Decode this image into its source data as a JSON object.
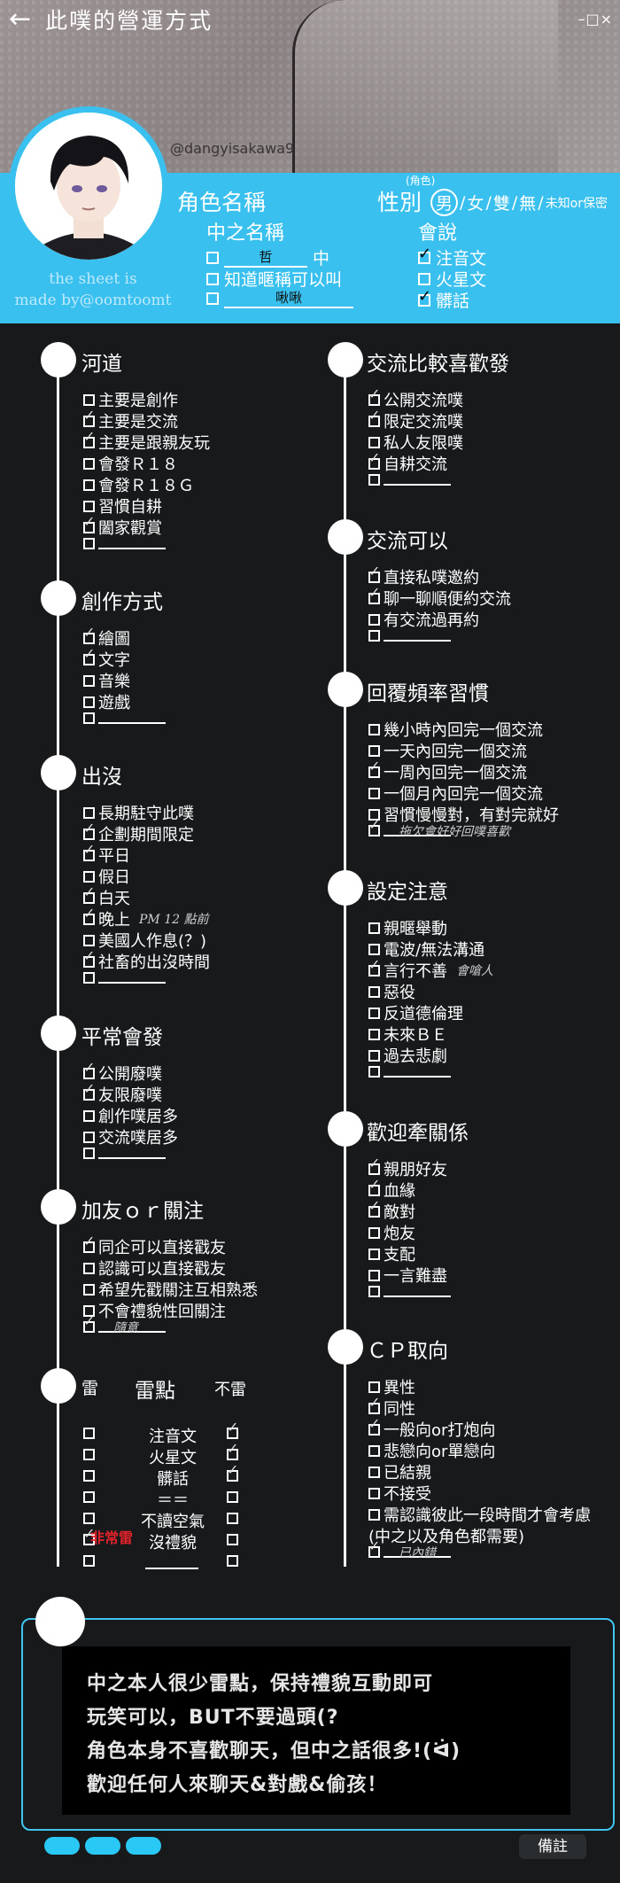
{
  "header": {
    "title": "此噗的營運方式",
    "back_icon": "←",
    "window_controls": "–□×",
    "watermark_handle": "@dangyisakawa9"
  },
  "profile": {
    "char_name_label": "角色名稱",
    "gender_label": "性別",
    "gender_hint": "(角色)",
    "gender_options": [
      "男",
      "女",
      "雙",
      "無"
    ],
    "gender_unknown": "未知or保密",
    "gender_selected": "男",
    "pl_name_label": "中之名稱",
    "pl_name_value": "哲",
    "pl_name_suffix": "中",
    "nickname_label": "知道暱稱可以叫",
    "nickname_value": "啾啾",
    "lang_label": "會說",
    "languages": [
      {
        "label": "注音文",
        "checked": true
      },
      {
        "label": "火星文",
        "checked": false
      },
      {
        "label": "髒話",
        "checked": true
      }
    ],
    "made_by_line1": "the sheet is",
    "made_by_line2": "made by@oomtoomt"
  },
  "sections_left": [
    {
      "title": "河道",
      "items": [
        {
          "label": "主要是創作",
          "checked": false
        },
        {
          "label": "主要是交流",
          "checked": true
        },
        {
          "label": "主要是跟親友玩",
          "checked": true
        },
        {
          "label": "會發Ｒ１８",
          "checked": false
        },
        {
          "label": "會發Ｒ１８Ｇ",
          "checked": false
        },
        {
          "label": "習慣自耕",
          "checked": false
        },
        {
          "label": "闔家觀賞",
          "checked": true
        },
        {
          "label": "",
          "checked": false,
          "blank": true
        }
      ]
    },
    {
      "title": "創作方式",
      "items": [
        {
          "label": "繪圖",
          "checked": true
        },
        {
          "label": "文字",
          "checked": true
        },
        {
          "label": "音樂",
          "checked": false
        },
        {
          "label": "遊戲",
          "checked": false
        },
        {
          "label": "",
          "checked": false,
          "blank": true
        }
      ]
    },
    {
      "title": "出沒",
      "items": [
        {
          "label": "長期駐守此噗",
          "checked": false
        },
        {
          "label": "企劃期間限定",
          "checked": true
        },
        {
          "label": "平日",
          "checked": true
        },
        {
          "label": "假日",
          "checked": false
        },
        {
          "label": "白天",
          "checked": true
        },
        {
          "label": "晚上",
          "checked": true,
          "note": "PM 12 點前"
        },
        {
          "label": "美國人作息(？)",
          "checked": false
        },
        {
          "label": "社畜的出沒時間",
          "checked": true
        },
        {
          "label": "",
          "checked": false,
          "blank": true
        }
      ]
    },
    {
      "title": "平常會發",
      "items": [
        {
          "label": "公開廢噗",
          "checked": true
        },
        {
          "label": "友限廢噗",
          "checked": true
        },
        {
          "label": "創作噗居多",
          "checked": false
        },
        {
          "label": "交流噗居多",
          "checked": false
        },
        {
          "label": "",
          "checked": false,
          "blank": true
        }
      ]
    },
    {
      "title": "加友ｏｒ關注",
      "items": [
        {
          "label": "同企可以直接戳友",
          "checked": true
        },
        {
          "label": "認識可以直接戳友",
          "checked": false
        },
        {
          "label": "希望先戳關注互相熟悉",
          "checked": false
        },
        {
          "label": "不會禮貌性回關注",
          "checked": false
        },
        {
          "label": "",
          "checked": true,
          "blank": true,
          "note": "隨意"
        }
      ]
    }
  ],
  "landmines": {
    "title_left": "雷",
    "title_mid": "雷點",
    "title_right": "不雷",
    "rows": [
      {
        "label": "注音文",
        "mine": false,
        "ok": true
      },
      {
        "label": "火星文",
        "mine": false,
        "ok": true
      },
      {
        "label": "髒話",
        "mine": false,
        "ok": true
      },
      {
        "label": "＝＝",
        "mine": false,
        "ok": false
      },
      {
        "label": "不讀空氣",
        "mine": false,
        "ok": false
      },
      {
        "label": "沒禮貌",
        "mine": true,
        "ok": false
      },
      {
        "label": "",
        "mine": false,
        "ok": false,
        "blank": true
      }
    ],
    "red_note": "非常雷"
  },
  "sections_right": [
    {
      "title": "交流比較喜歡發",
      "items": [
        {
          "label": "公開交流噗",
          "checked": true
        },
        {
          "label": "限定交流噗",
          "checked": true
        },
        {
          "label": "私人友限噗",
          "checked": false
        },
        {
          "label": "自耕交流",
          "checked": true
        },
        {
          "label": "",
          "checked": false,
          "blank": true
        }
      ]
    },
    {
      "title": "交流可以",
      "items": [
        {
          "label": "直接私噗邀約",
          "checked": true
        },
        {
          "label": "聊一聊順便約交流",
          "checked": true
        },
        {
          "label": "有交流過再約",
          "checked": false
        },
        {
          "label": "",
          "checked": false,
          "blank": true
        }
      ]
    },
    {
      "title": "回覆頻率習慣",
      "items": [
        {
          "label": "幾小時內回完一個交流",
          "checked": false
        },
        {
          "label": "一天內回完一個交流",
          "checked": false
        },
        {
          "label": "一周內回完一個交流",
          "checked": true
        },
        {
          "label": "一個月內回完一個交流",
          "checked": false
        },
        {
          "label": "習慣慢慢對，有對完就好",
          "checked": false
        },
        {
          "label": "",
          "checked": true,
          "blank": true,
          "note": "拖欠會好好回噗喜歡"
        }
      ]
    },
    {
      "title": "設定注意",
      "items": [
        {
          "label": "親暱舉動",
          "checked": false
        },
        {
          "label": "電波/無法溝通",
          "checked": false
        },
        {
          "label": "言行不善",
          "checked": true,
          "note": "會嗆人"
        },
        {
          "label": "惡役",
          "checked": false
        },
        {
          "label": "反道德倫理",
          "checked": false
        },
        {
          "label": "未來ＢＥ",
          "checked": false
        },
        {
          "label": "過去悲劇",
          "checked": false
        },
        {
          "label": "",
          "checked": false,
          "blank": true
        }
      ]
    },
    {
      "title": "歡迎牽關係",
      "items": [
        {
          "label": "親朋好友",
          "checked": true
        },
        {
          "label": "血緣",
          "checked": true
        },
        {
          "label": "敵對",
          "checked": true
        },
        {
          "label": "炮友",
          "checked": false
        },
        {
          "label": "支配",
          "checked": false
        },
        {
          "label": "一言難盡",
          "checked": false
        },
        {
          "label": "",
          "checked": false,
          "blank": true
        }
      ]
    },
    {
      "title": "ＣＰ取向",
      "items": [
        {
          "label": "異性",
          "checked": false
        },
        {
          "label": "同性",
          "checked": true
        },
        {
          "label": "一般向or打炮向",
          "checked": true
        },
        {
          "label": "悲戀向or單戀向",
          "checked": false
        },
        {
          "label": "已結親",
          "checked": false
        },
        {
          "label": "不接受",
          "checked": false
        },
        {
          "label": "需認識彼此一段時間才會考慮",
          "checked": false
        },
        {
          "label": "(中之以及角色都需要)",
          "checked": false,
          "nobox": true
        },
        {
          "label": "",
          "checked": true,
          "blank": true,
          "note": "已內錯"
        }
      ]
    }
  ],
  "notes": {
    "lines": [
      "中之本人很少雷點，保持禮貌互動即可",
      "玩笑可以，BUT不要過頭(?",
      "角色本身不喜歡聊天，但中之話很多!(ᐛ)",
      "歡迎任何人來聊天&對戲&偷孩！"
    ],
    "memo_label": "備註"
  },
  "colors": {
    "accent": "#39c0ee",
    "background": "#17191b",
    "red_mark": "#e0232a"
  }
}
